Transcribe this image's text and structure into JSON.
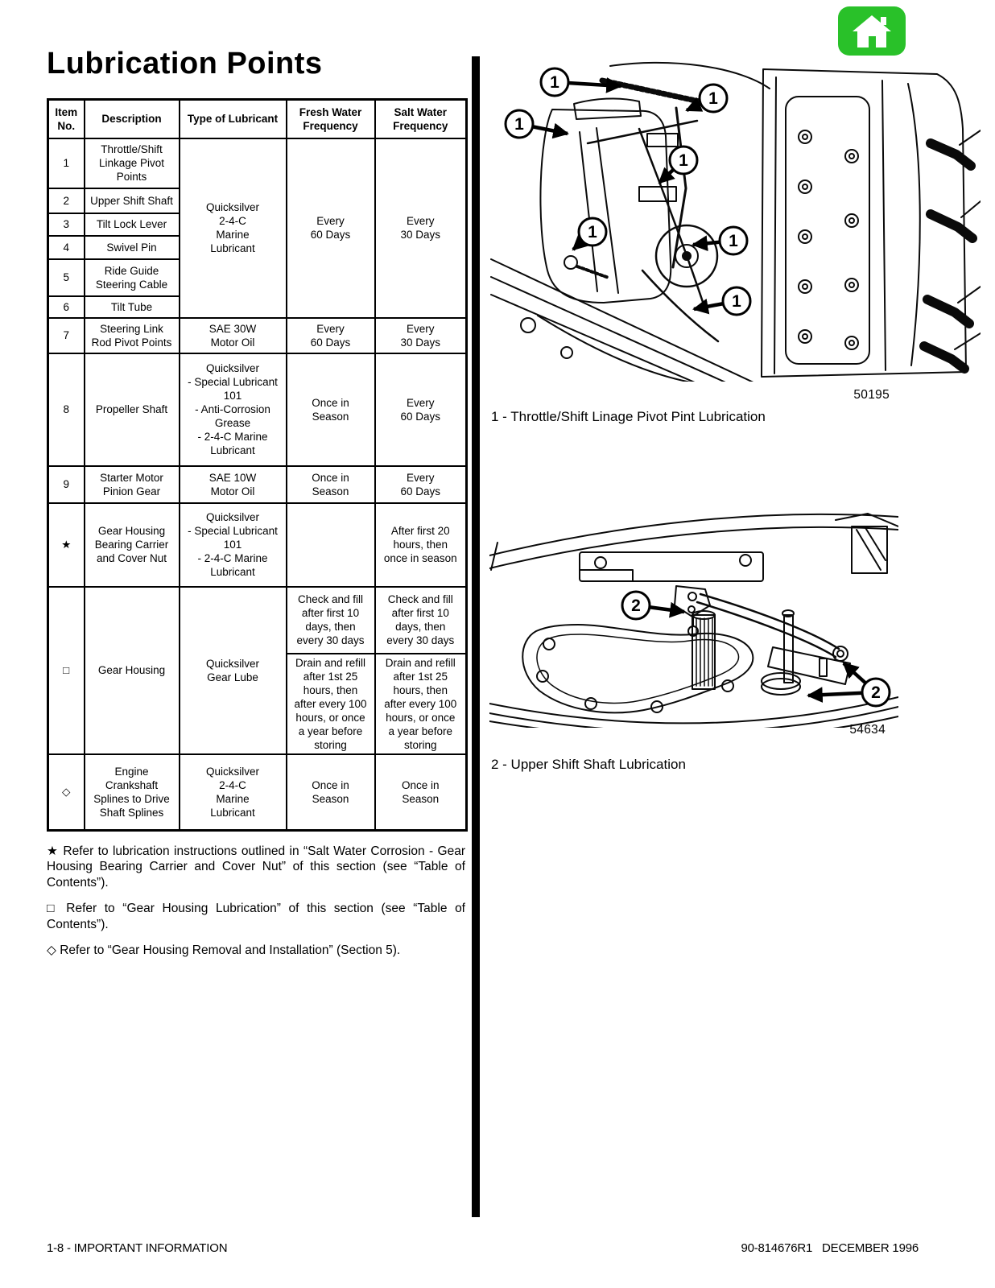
{
  "title": "Lubrication Points",
  "colors": {
    "home_button_green": "#29c129",
    "ink": "#000000",
    "paper": "#ffffff"
  },
  "table": {
    "headers": {
      "item": "Item\nNo.",
      "description": "Description",
      "lubricant": "Type of Lubricant",
      "fresh": "Fresh Water\nFrequency",
      "salt": "Salt Water\nFrequency"
    },
    "rows": {
      "r1": {
        "item": "1",
        "desc": "Throttle/Shift\nLinkage Pivot\nPoints"
      },
      "r2": {
        "item": "2",
        "desc": "Upper Shift Shaft"
      },
      "r3": {
        "item": "3",
        "desc": "Tilt Lock Lever"
      },
      "r4": {
        "item": "4",
        "desc": "Swivel Pin"
      },
      "r5": {
        "item": "5",
        "desc": "Ride Guide\nSteering Cable"
      },
      "r6": {
        "item": "6",
        "desc": "Tilt Tube"
      },
      "group_1_6": {
        "lubricant": "Quicksilver\n2-4-C\nMarine\nLubricant",
        "fresh": "Every\n60 Days",
        "salt": "Every\n30 Days"
      },
      "r7": {
        "item": "7",
        "desc": "Steering Link\nRod Pivot Points",
        "lubricant": "SAE 30W\nMotor Oil",
        "fresh": "Every\n60 Days",
        "salt": "Every\n30 Days"
      },
      "r8": {
        "item": "8",
        "desc": "Propeller Shaft",
        "lubricant": "Quicksilver\n- Special Lubricant\n101\n- Anti-Corrosion\nGrease\n- 2-4-C Marine\nLubricant",
        "fresh": "Once in\nSeason",
        "salt": "Every\n60 Days"
      },
      "r9": {
        "item": "9",
        "desc": "Starter Motor\nPinion Gear",
        "lubricant": "SAE 10W\nMotor Oil",
        "fresh": "Once in\nSeason",
        "salt": "Every\n60 Days"
      },
      "star": {
        "item": "★",
        "desc": "Gear Housing\nBearing Carrier\nand Cover Nut",
        "lubricant": "Quicksilver\n- Special Lubricant\n101\n- 2-4-C Marine\nLubricant",
        "fresh": "",
        "salt": "After first 20\nhours, then\nonce in season"
      },
      "square": {
        "item": "□",
        "desc": "Gear Housing",
        "lubricant": "Quicksilver\nGear Lube",
        "fresh_top": "Check and fill\nafter first 10\ndays, then\nevery 30 days",
        "salt_top": "Check and fill\nafter first 10\ndays, then\nevery 30 days",
        "fresh_bottom": "Drain and refill\nafter 1st 25\nhours, then\nafter every 100\nhours, or once\na year before\nstoring",
        "salt_bottom": "Drain and refill\nafter 1st 25\nhours, then\nafter every 100\nhours, or once\na year before\nstoring"
      },
      "diamond": {
        "item": "◇",
        "desc": "Engine\nCrankshaft\nSplines to Drive\nShaft Splines",
        "lubricant": "Quicksilver\n2-4-C\nMarine\nLubricant",
        "fresh": "Once in\nSeason",
        "salt": "Once in\nSeason"
      }
    }
  },
  "footnotes": {
    "star": "★ Refer to lubrication instructions outlined in “Salt Water Corrosion - Gear Housing Bearing Carrier and Cover Nut” of this section (see “Table of Contents”).",
    "square": "□ Refer to “Gear Housing Lubrication” of this section (see “Table of Contents”).",
    "diamond": "◇ Refer to “Gear Housing Removal and Installation” (Section 5)."
  },
  "figures": {
    "fig1": {
      "callout": "1",
      "number": "50195",
      "caption": "1 - Throttle/Shift Linage Pivot Pint Lubrication"
    },
    "fig2": {
      "callout": "2",
      "number": "54634",
      "caption": "2 - Upper Shift Shaft Lubrication"
    }
  },
  "footer": {
    "left": "1-8 - IMPORTANT INFORMATION",
    "right": "90-814676R1   DECEMBER 1996"
  }
}
